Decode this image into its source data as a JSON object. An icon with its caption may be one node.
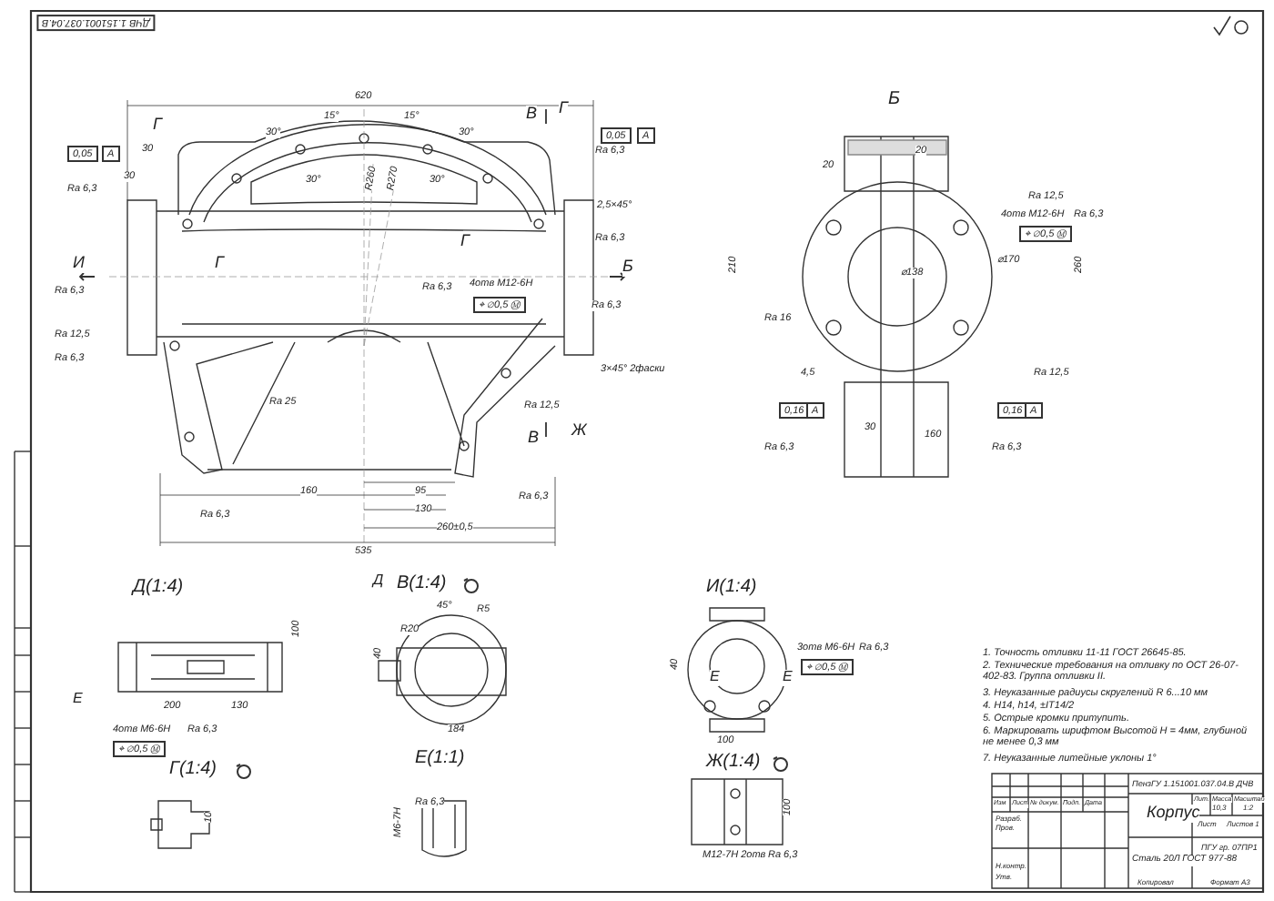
{
  "diagram": {
    "nodes": [
      {
        "text": [
          "Б"
        ]
      },
      {
        "text": [
          "Д(1:4)"
        ]
      },
      {
        "text": [
          "В(1:4)"
        ]
      },
      {
        "text": [
          "Г(1:4)"
        ]
      },
      {
        "text": [
          "Е(1:1)"
        ]
      },
      {
        "text": [
          "И(1:4)"
        ]
      },
      {
        "text": [
          "Ж(1:4)"
        ]
      }
    ],
    "edges": [],
    "labels": [
      "ДЧВ 1.151001.037.04.В",
      "620",
      "15°",
      "15°",
      "30°",
      "30°",
      "30°",
      "30°",
      "R260",
      "R270",
      "Г",
      "В",
      "Г",
      "0,05",
      "A",
      "0,05",
      "A",
      "30",
      "Ra 6,3",
      "30",
      "Ra 6,3",
      "2,5×45°",
      "Ra 6,3",
      "Г",
      "Г",
      "И",
      "Ra 6,3",
      "Ra 12,5",
      "Ra 6,3",
      "Ra 6,3",
      "4отв М12-6Н",
      "⌖ ⌀0,5 Ⓜ",
      "Б",
      "Ra 6,3",
      "Ra 25",
      "Ra 12,5",
      "3×45° 2фаски",
      "В",
      "Ж",
      "160",
      "95",
      "130",
      "260±0,5",
      "535",
      "Ra 6,3",
      "Ra 6,3",
      "20",
      "20",
      "Ra 12,5",
      "4отв М12-6Н",
      "Ra 6,3",
      "⌖ ⌀0,5 Ⓜ",
      "⌀170",
      "⌀138",
      "210",
      "260",
      "Ra 16",
      "4,5",
      "Ra 12,5",
      "0,16",
      "A",
      "0,16",
      "A",
      "30",
      "160",
      "Ra 6,3",
      "Ra 6,3",
      "Д",
      "Е",
      "100",
      "200",
      "130",
      "4отв М6-6Н",
      "Ra 6,3",
      "⌖ ⌀0,5 Ⓜ",
      "45°",
      "R20",
      "R5",
      "40",
      "184",
      "10",
      "Ra 6,3",
      "М6-7Н",
      "3отв М6-6Н",
      "Ra 6,3",
      "⌖ ⌀0,5 Ⓜ",
      "Е",
      "Е",
      "40",
      "100",
      "100",
      "М12-7Н 2отв",
      "Ra 6,3",
      "1. Точность отливки 11-11 ГОСТ 26645-85.",
      "2. Технические требования на отливку по ОСТ 26-07-402-83. Группа отливки II.",
      "3. Неуказанные радиусы скруглений R 6...10 мм",
      "4. H14, h14, ±IT14/2",
      "5. Острые кромки притупить.",
      "6. Маркировать шрифтом Высотой H = 4мм, глубиной не менее 0,3 мм",
      "7. Неуказанные литейные уклоны 1°",
      "ПензГУ 1.151001.037.04.В ДЧВ",
      "Корпус",
      "Сталь 20Л ГОСТ 977-88",
      "Лит.",
      "Масса",
      "Масштаб",
      "10,3",
      "1:2",
      "Лист",
      "Листов 1",
      "ПГУ гр. 07ПР1",
      "Разраб.",
      "Пров.",
      "Н.контр.",
      "Утв.",
      "Изм",
      "Лист",
      "№ докум.",
      "Подп.",
      "Дата",
      "Копировал",
      "Формат А3"
    ]
  }
}
